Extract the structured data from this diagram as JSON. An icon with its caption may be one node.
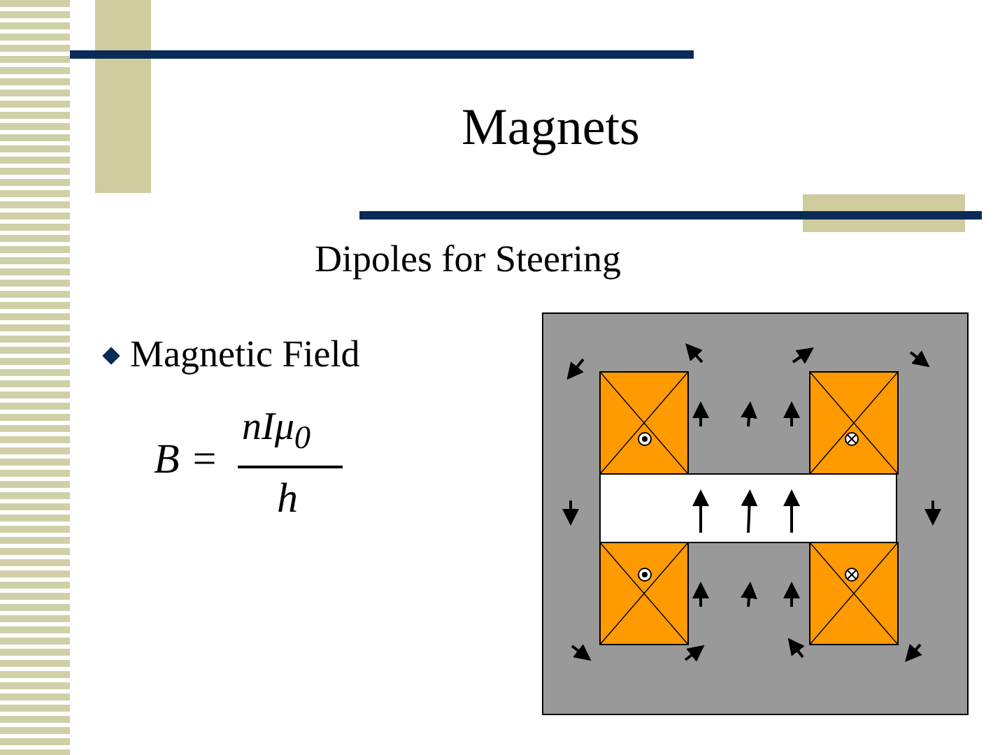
{
  "diagram": {
    "title": "Magnets",
    "labels": [
      "Dipoles for Steering",
      "Magnetic Field",
      "B =",
      "nIμ$_{0}$",
      "h"
    ]
  }
}
